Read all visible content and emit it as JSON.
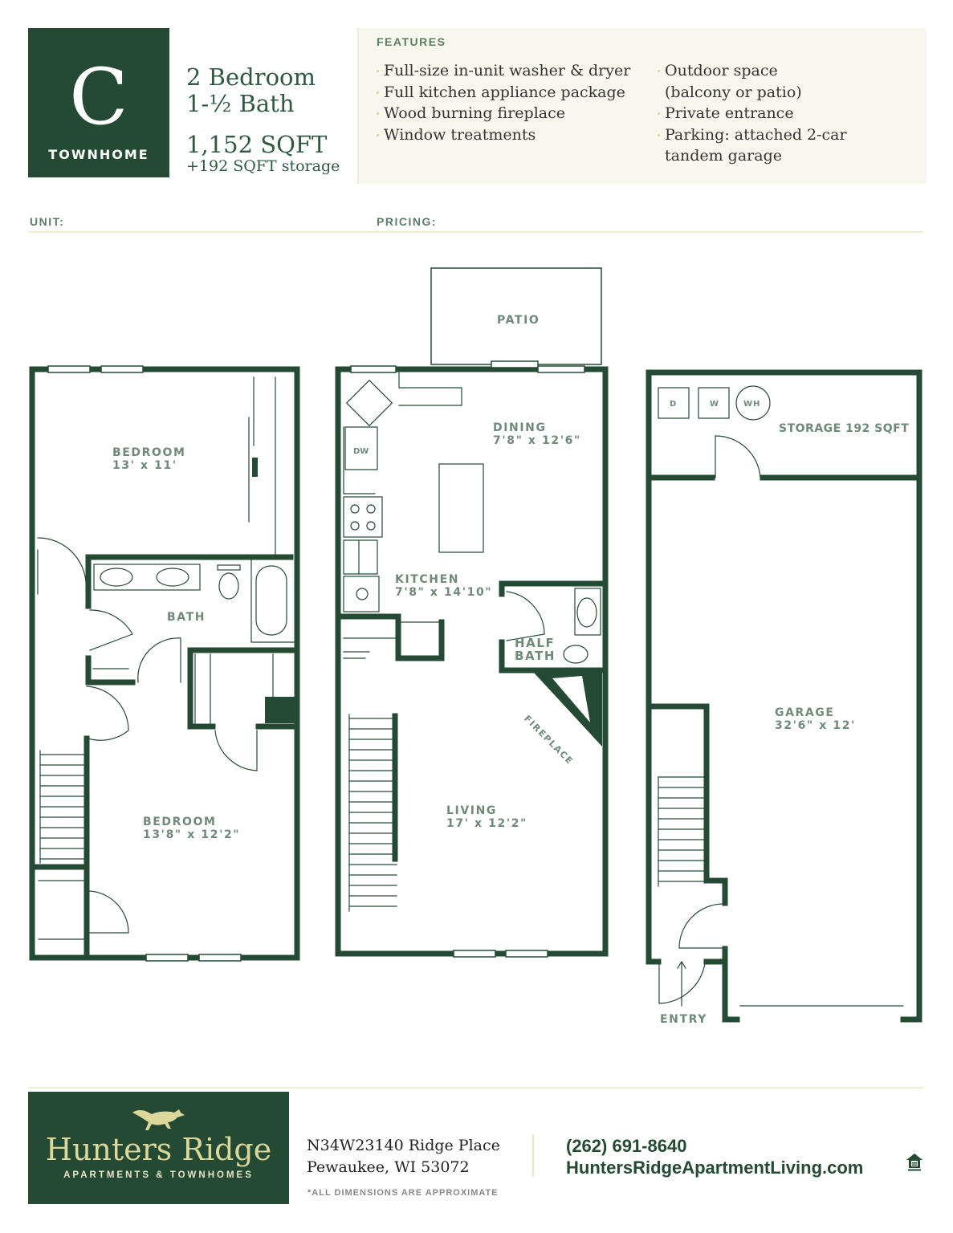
{
  "header": {
    "plan_letter": "C",
    "plan_type": "TOWNHOME",
    "bedrooms": "2 Bedroom",
    "baths": "1-½ Bath",
    "sqft": "1,152 SQFT",
    "storage": "+192 SQFT storage"
  },
  "features": {
    "title": "FEATURES",
    "column1": [
      "Full-size in-unit washer & dryer",
      "Full kitchen appliance package",
      "Wood burning fireplace",
      "Window treatments"
    ],
    "column2": [
      "Outdoor space",
      "(balcony or patio)",
      "Private entrance",
      "Parking: attached 2-car",
      "tandem garage"
    ]
  },
  "fields": {
    "unit_label": "UNIT:",
    "pricing_label": "PRICING:"
  },
  "floorplan": {
    "upper": {
      "bedroom1": {
        "name": "BEDROOM",
        "dims": "13' x 11'"
      },
      "bath": {
        "name": "BATH"
      },
      "bedroom2": {
        "name": "BEDROOM",
        "dims": "13'8\" x 12'2\""
      }
    },
    "main": {
      "patio": {
        "name": "PATIO"
      },
      "dining": {
        "name": "DINING",
        "dims": "7'8\" x 12'6\""
      },
      "kitchen": {
        "name": "KITCHEN",
        "dims": "7'8\" x 14'10\""
      },
      "half_bath": {
        "name": "HALF",
        "name2": "BATH"
      },
      "fireplace": {
        "name": "FIREPLACE"
      },
      "living": {
        "name": "LIVING",
        "dims": "17' x 12'2\""
      },
      "dishwasher": "DW"
    },
    "lower": {
      "dryer": "D",
      "washer": "W",
      "water_heater": "WH",
      "storage": {
        "name": "STORAGE 192 SQFT"
      },
      "garage": {
        "name": "GARAGE",
        "dims": "32'6\" x 12'"
      },
      "entry": {
        "name": "ENTRY"
      }
    }
  },
  "footer": {
    "brand_name": "Hunters Ridge",
    "brand_sub": "APARTMENTS & TOWNHOMES",
    "address_line1": "N34W23140 Ridge Place",
    "address_line2": "Pewaukee, WI 53072",
    "phone": "(262) 691-8640",
    "website": "HuntersRidgeApartmentLiving.com",
    "disclaimer": "*ALL DIMENSIONS ARE APPROXIMATE",
    "icons": [
      "fox-logo-icon",
      "equal-housing-icon"
    ]
  },
  "colors": {
    "brand_green": "#254a33",
    "label_green": "#6f8a78",
    "cream": "#f8f7ee",
    "gold": "#dcd79a"
  }
}
